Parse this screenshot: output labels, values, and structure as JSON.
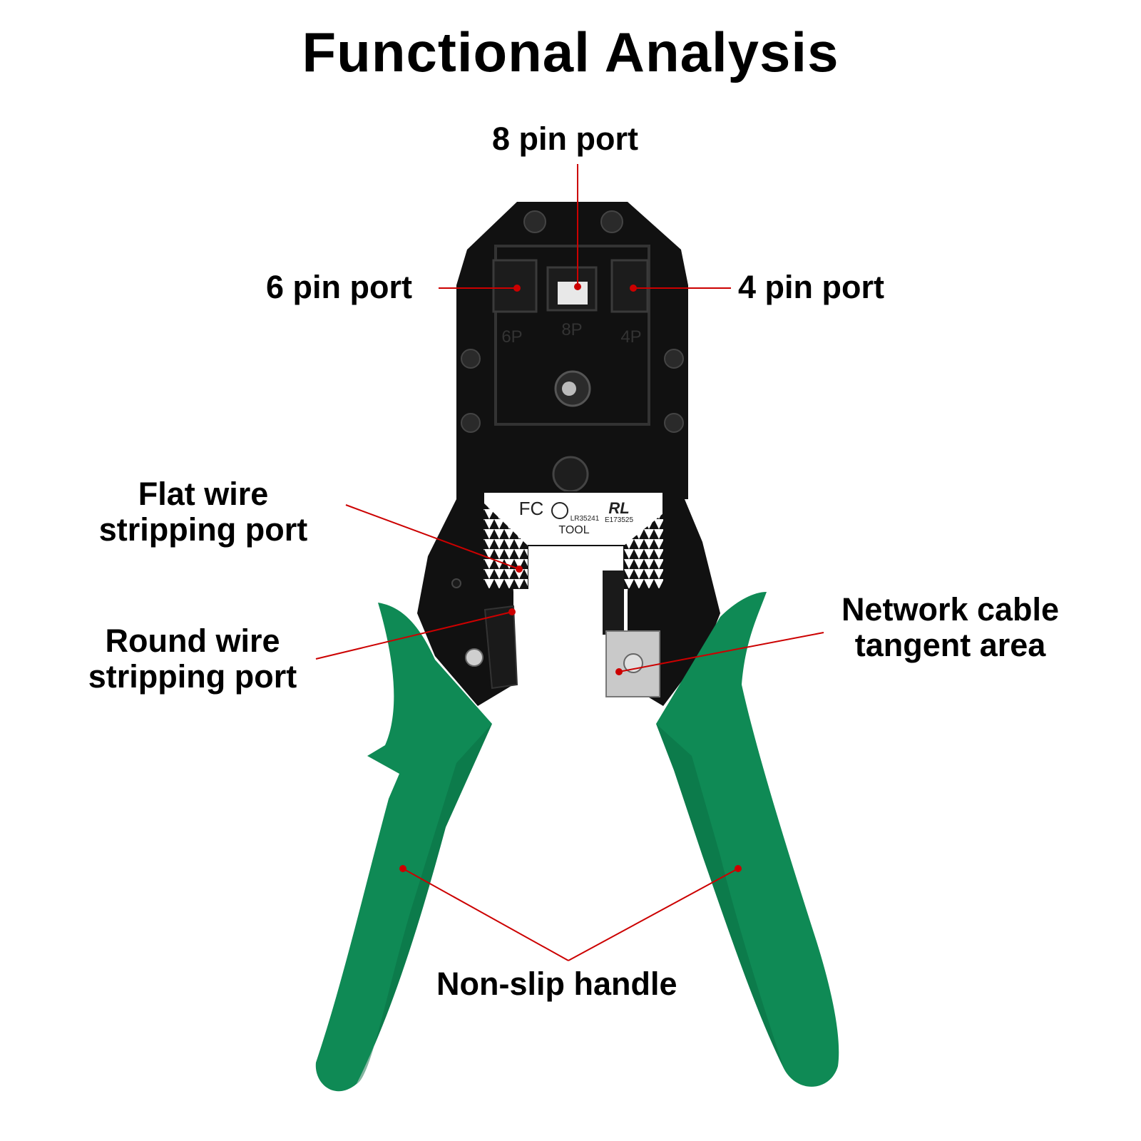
{
  "title": "Functional Analysis",
  "colors": {
    "handle": "#0f8a55",
    "handle_shadow": "#0a6b41",
    "body": "#111111",
    "leader": "#cc0000"
  },
  "labels": {
    "pin8": "8 pin port",
    "pin6": "6 pin port",
    "pin4": "4 pin port",
    "flat_wire": [
      "Flat wire",
      "stripping port"
    ],
    "round_wire": [
      "Round wire",
      "stripping port"
    ],
    "network_cable": [
      "Network cable",
      "tangent area"
    ],
    "handle": "Non-slip handle"
  },
  "tool_markings": {
    "port_6p": "6P",
    "port_8p": "8P",
    "port_4p": "4P",
    "plate_fc": "FC",
    "plate_code1": "LR35241",
    "plate_rl": "RL",
    "plate_code2": "E173525",
    "plate_tool": "TOOL"
  }
}
